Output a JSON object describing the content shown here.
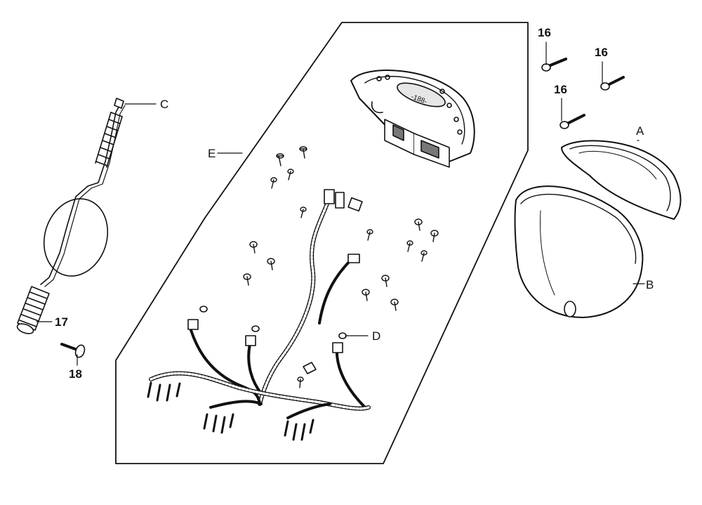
{
  "diagram": {
    "colors": {
      "line": "#111111",
      "paper": "#ffffff",
      "shade": "#d9d9d9"
    },
    "callouts": {
      "c": "C",
      "e": "E",
      "a": "A",
      "b": "B",
      "d": "D",
      "p16a": "16",
      "p16b": "16",
      "p16c": "16",
      "p17": "17",
      "p18": "18"
    }
  }
}
